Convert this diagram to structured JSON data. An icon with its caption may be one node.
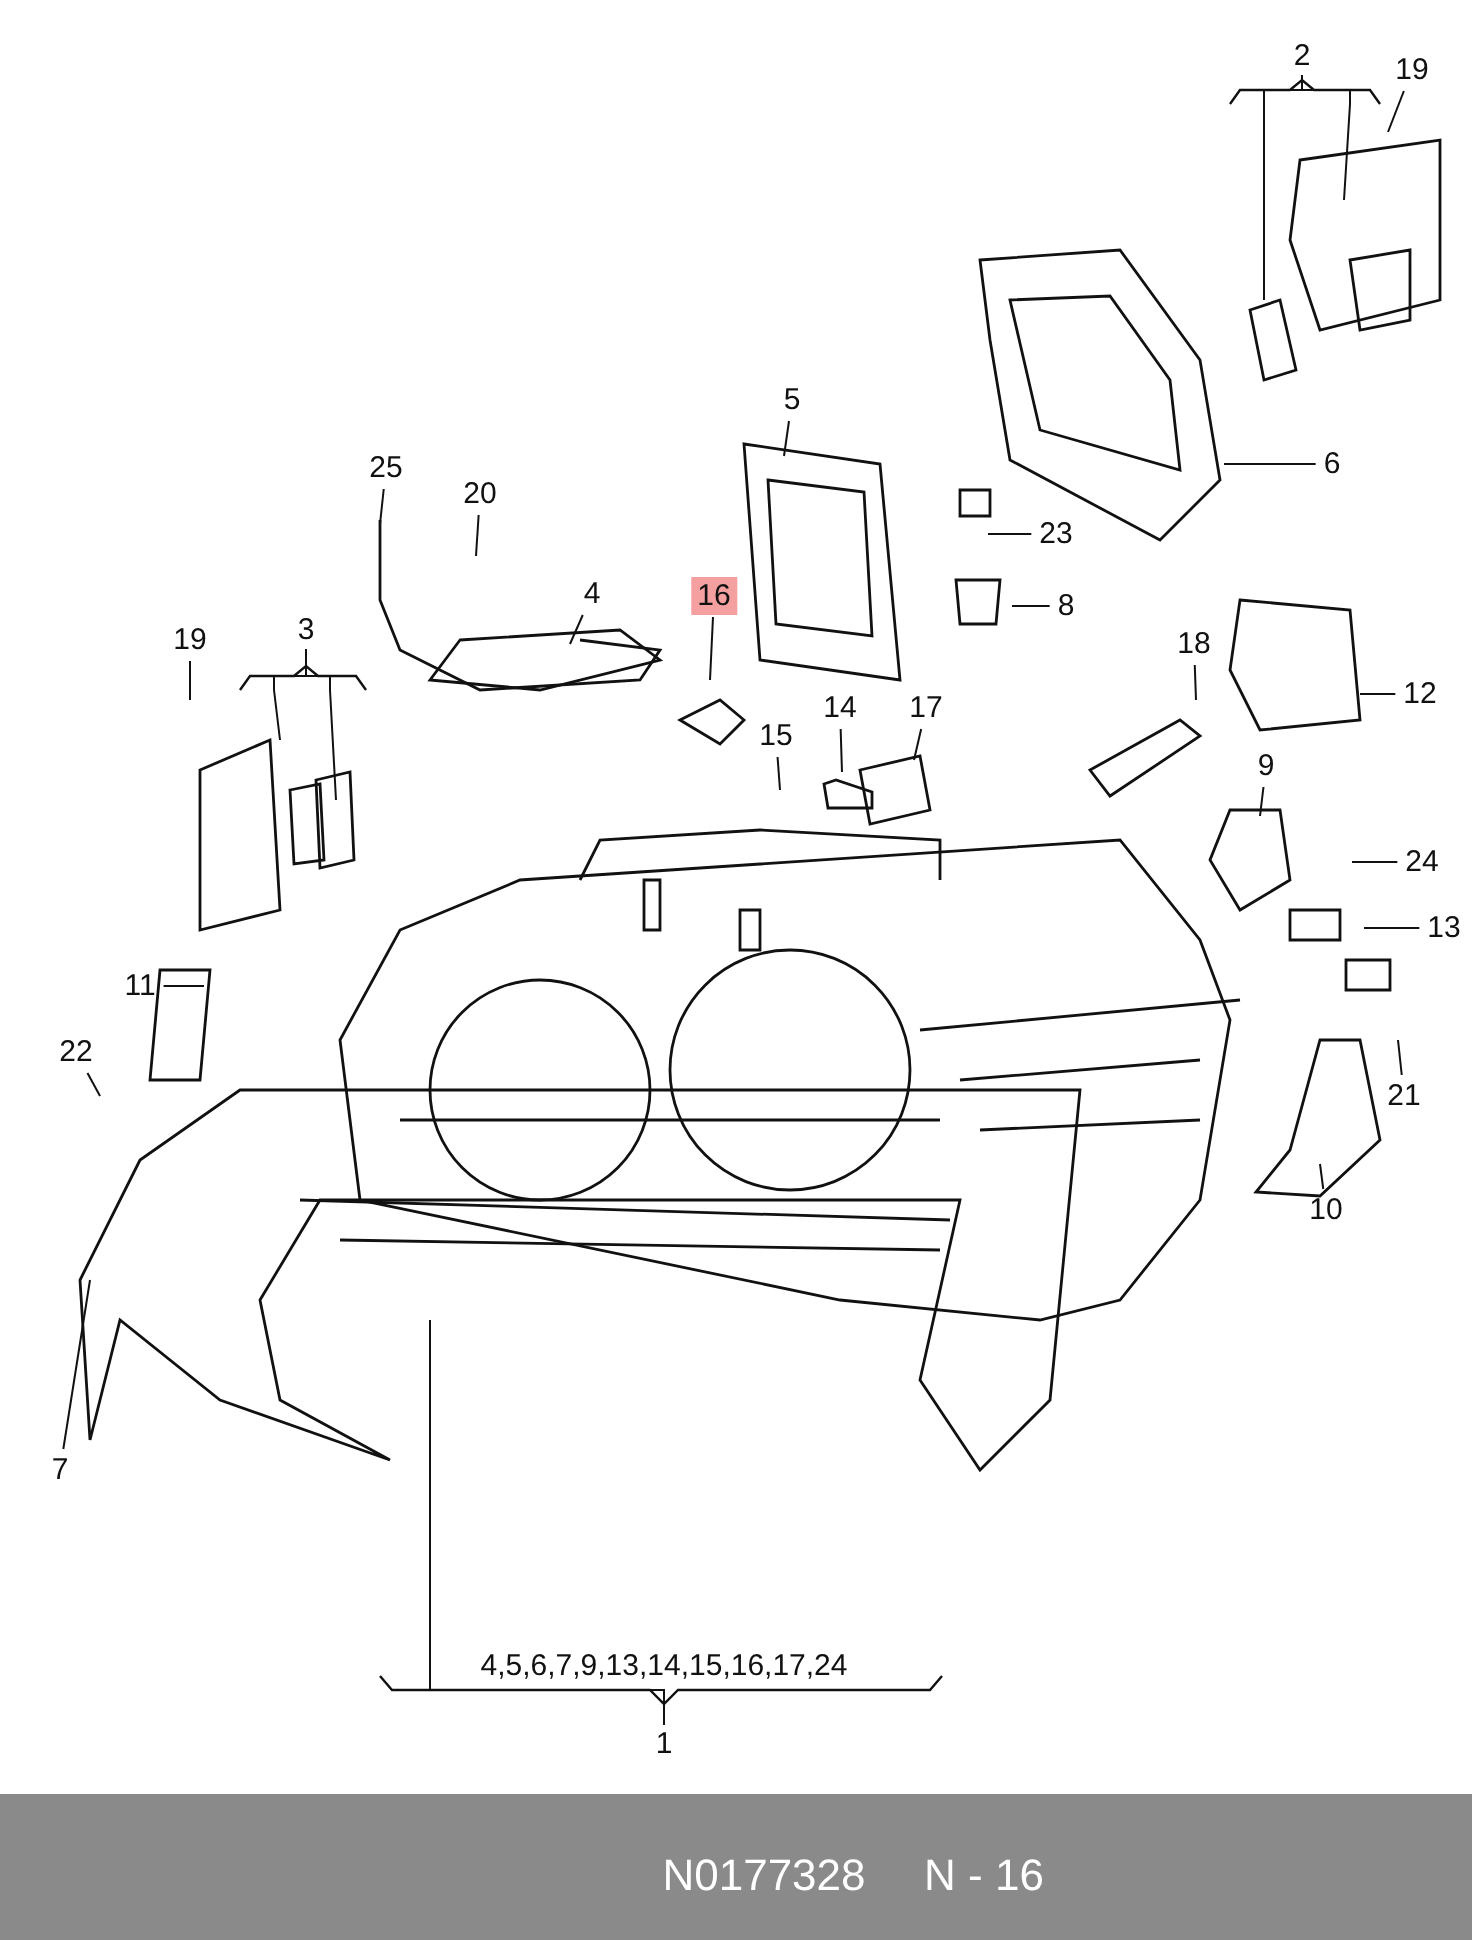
{
  "diagram": {
    "nodes": [
      {
        "text": [
          "2"
        ]
      },
      {
        "text": [
          "19"
        ]
      },
      {
        "text": [
          "5"
        ]
      },
      {
        "text": [
          "6"
        ]
      },
      {
        "text": [
          "25"
        ]
      },
      {
        "text": [
          "20"
        ]
      },
      {
        "text": [
          "4"
        ]
      },
      {
        "text": [
          "23"
        ]
      },
      {
        "text": [
          "8"
        ]
      },
      {
        "text": [
          "16"
        ]
      },
      {
        "text": [
          "19"
        ]
      },
      {
        "text": [
          "3"
        ]
      },
      {
        "text": [
          "18"
        ]
      },
      {
        "text": [
          "12"
        ]
      },
      {
        "text": [
          "14"
        ]
      },
      {
        "text": [
          "15"
        ]
      },
      {
        "text": [
          "17"
        ]
      },
      {
        "text": [
          "9"
        ]
      },
      {
        "text": [
          "24"
        ]
      },
      {
        "text": [
          "13"
        ]
      },
      {
        "text": [
          "11"
        ]
      },
      {
        "text": [
          "22"
        ]
      },
      {
        "text": [
          "21"
        ]
      },
      {
        "text": [
          "10"
        ]
      },
      {
        "text": [
          "7"
        ]
      },
      {
        "text": [
          "1"
        ]
      }
    ],
    "edges": [
      {
        "from": 0,
        "to": null,
        "arrow": "none"
      },
      {
        "from": 0,
        "to": null,
        "arrow": "none"
      },
      {
        "from": 1,
        "to": null,
        "arrow": "none"
      },
      {
        "from": 2,
        "to": null,
        "arrow": "none"
      },
      {
        "from": 3,
        "to": null,
        "arrow": "none"
      },
      {
        "from": 4,
        "to": null,
        "arrow": "none"
      },
      {
        "from": 5,
        "to": null,
        "arrow": "none"
      },
      {
        "from": 6,
        "to": null,
        "arrow": "none"
      },
      {
        "from": 7,
        "to": null,
        "arrow": "none"
      },
      {
        "from": 8,
        "to": null,
        "arrow": "none"
      },
      {
        "from": 9,
        "to": null,
        "arrow": "none"
      },
      {
        "from": 10,
        "to": null,
        "arrow": "none"
      },
      {
        "from": 11,
        "to": null,
        "arrow": "none"
      },
      {
        "from": 11,
        "to": null,
        "arrow": "none"
      },
      {
        "from": 12,
        "to": null,
        "arrow": "none"
      },
      {
        "from": 13,
        "to": null,
        "arrow": "none"
      },
      {
        "from": 14,
        "to": null,
        "arrow": "none"
      },
      {
        "from": 15,
        "to": null,
        "arrow": "none"
      },
      {
        "from": 16,
        "to": null,
        "arrow": "none"
      },
      {
        "from": 17,
        "to": null,
        "arrow": "none"
      },
      {
        "from": 18,
        "to": null,
        "arrow": "none"
      },
      {
        "from": 19,
        "to": null,
        "arrow": "none"
      },
      {
        "from": 20,
        "to": null,
        "arrow": "none"
      },
      {
        "from": 21,
        "to": null,
        "arrow": "none"
      },
      {
        "from": 22,
        "to": null,
        "arrow": "none"
      },
      {
        "from": 23,
        "to": null,
        "arrow": "none"
      },
      {
        "from": 24,
        "to": null,
        "arrow": "none"
      },
      {
        "from": 25,
        "to": null,
        "arrow": "none"
      }
    ],
    "labels": [
      "4,5,6,7,9,13,14,15,16,17,24",
      "N0177328",
      "N - 16"
    ]
  }
}
